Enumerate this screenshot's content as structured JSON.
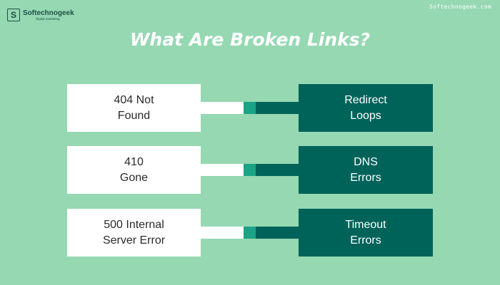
{
  "logo": {
    "name": "Softechnogeek",
    "tagline": "Digital marketing",
    "mark": "S"
  },
  "watermark": "Softechnogeek.com",
  "title": "What Are Broken Links?",
  "rows": [
    {
      "left": "404 Not\nFound",
      "right": "Redirect\nLoops"
    },
    {
      "left": "410\nGone",
      "right": "DNS\nErrors"
    },
    {
      "left": "500 Internal\nServer Error",
      "right": "Timeout\nErrors"
    }
  ],
  "colors": {
    "background": "#95d8b2",
    "dark_teal": "#00635a",
    "mid_teal": "#1aa385",
    "white": "#ffffff"
  }
}
